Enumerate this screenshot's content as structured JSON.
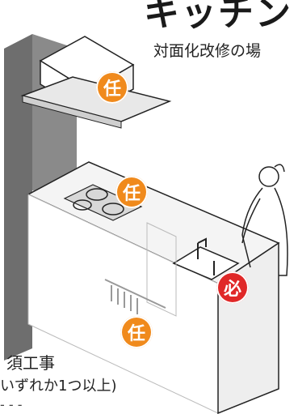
{
  "title": "キッチン",
  "subtitle": "対面化改修の場",
  "notes": {
    "line1": "須工事",
    "line2": "いずれか1つ以上)",
    "line3": "- - -"
  },
  "badges": {
    "optional_label": "任",
    "required_label": "必"
  },
  "colors": {
    "optional": "#f08a1c",
    "required": "#e02828",
    "wall": "#6e6e6e"
  }
}
